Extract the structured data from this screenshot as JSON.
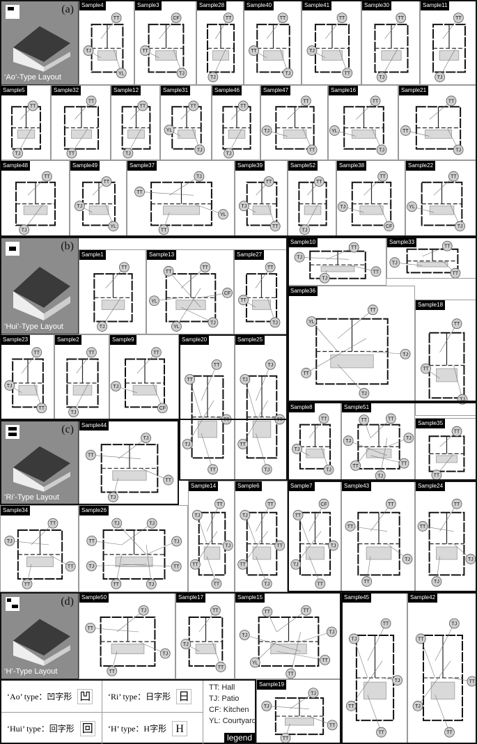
{
  "types": [
    {
      "letter": "(a)",
      "label": "‘Ao’-Type Layout",
      "icon": "ao-type-icon"
    },
    {
      "letter": "(b)",
      "label": "‘Hui’-Type Layout",
      "icon": "hui-type-icon"
    },
    {
      "letter": "(c)",
      "label": "‘Ri’-Type Layout",
      "icon": "ri-type-icon"
    },
    {
      "letter": "(d)",
      "label": "‘H’-Type Layout",
      "icon": "h-type-icon"
    }
  ],
  "samples": [
    {
      "name": "Sample4",
      "tags": [
        "TT",
        "YL",
        "TJ"
      ]
    },
    {
      "name": "Sample3",
      "tags": [
        "CF",
        "TJ",
        "TT"
      ]
    },
    {
      "name": "Sample28",
      "tags": [
        "TT",
        "TJ"
      ]
    },
    {
      "name": "Sample40",
      "tags": [
        "TT",
        "TJ",
        "TT"
      ]
    },
    {
      "name": "Sample41",
      "tags": [
        "TT",
        "TT",
        "TJ"
      ]
    },
    {
      "name": "Sample30",
      "tags": [
        "TT",
        "TJ"
      ]
    },
    {
      "name": "Sample11",
      "tags": [
        "TT",
        "TJ"
      ]
    },
    {
      "name": "Sample5",
      "tags": [
        "TT",
        "TJ"
      ]
    },
    {
      "name": "Sample32",
      "tags": [
        "TT",
        "TT"
      ]
    },
    {
      "name": "Sample12",
      "tags": [
        "TT",
        "TJ"
      ]
    },
    {
      "name": "Sample31",
      "tags": [
        "TT",
        "TJ",
        "YL"
      ]
    },
    {
      "name": "Sample46",
      "tags": [
        "TT",
        "TJ"
      ]
    },
    {
      "name": "Sample47",
      "tags": [
        "TT",
        "TT",
        "TJ"
      ]
    },
    {
      "name": "Sample16",
      "tags": [
        "TT",
        "TJ",
        "YL"
      ]
    },
    {
      "name": "Sample21",
      "tags": [
        "TT",
        "TJ",
        "TT"
      ]
    },
    {
      "name": "Sample48",
      "tags": [
        "TT",
        "TJ"
      ]
    },
    {
      "name": "Sample49",
      "tags": [
        "TT",
        "YL",
        "TJ"
      ]
    },
    {
      "name": "Sample37",
      "tags": [
        "TJ",
        "YL",
        "TT",
        "TT"
      ]
    },
    {
      "name": "Sample39",
      "tags": [
        "TT",
        "TT",
        "TJ"
      ]
    },
    {
      "name": "Sample52",
      "tags": [
        "TT",
        "TJ"
      ]
    },
    {
      "name": "Sample38",
      "tags": [
        "TT",
        "CF",
        "TJ"
      ]
    },
    {
      "name": "Sample22",
      "tags": [
        "TT",
        "TJ",
        "YL"
      ]
    },
    {
      "name": "Sample1",
      "tags": [
        "TT",
        "TJ"
      ]
    },
    {
      "name": "Sample13",
      "tags": [
        "TT",
        "CF",
        "TJ",
        "YL",
        "YL",
        "TT"
      ]
    },
    {
      "name": "Sample27",
      "tags": [
        "TT",
        "TJ",
        "TT"
      ]
    },
    {
      "name": "Sample10",
      "tags": [
        "TT",
        "TT",
        "TJ",
        "TJ"
      ]
    },
    {
      "name": "Sample33",
      "tags": [
        "TT",
        "TT",
        "TJ"
      ]
    },
    {
      "name": "Sample36",
      "tags": [
        "TT",
        "TJ",
        "TJ",
        "TT",
        "YL"
      ]
    },
    {
      "name": "Sample18",
      "tags": [
        "TT",
        "TJ",
        "TT"
      ]
    },
    {
      "name": "Sample23",
      "tags": [
        "TT",
        "TT",
        "TJ"
      ]
    },
    {
      "name": "Sample2",
      "tags": [
        "TT",
        "TJ"
      ]
    },
    {
      "name": "Sample9",
      "tags": [
        "TT",
        "CF",
        "TJ"
      ]
    },
    {
      "name": "Sample20",
      "tags": [
        "TT",
        "TT",
        "TT",
        "TJ",
        "TT"
      ]
    },
    {
      "name": "Sample25",
      "tags": [
        "TJ",
        "TT",
        "TJ",
        "TT",
        "TJ"
      ]
    },
    {
      "name": "Sample44",
      "tags": [
        "TJ",
        "TT",
        "TJ",
        "TT"
      ]
    },
    {
      "name": "Sample8",
      "tags": [
        "TT",
        "TJ",
        "TJ"
      ]
    },
    {
      "name": "Sample51",
      "tags": [
        "TT",
        "TJ",
        "TT",
        "TJ",
        "TT",
        "TJ",
        "TT"
      ]
    },
    {
      "name": "Sample35",
      "tags": [
        "TT",
        "TT"
      ]
    },
    {
      "name": "Sample34",
      "tags": [
        "TT",
        "TT",
        "TT",
        "TJ"
      ]
    },
    {
      "name": "Sample26",
      "tags": [
        "TJ",
        "TJ",
        "TT",
        "TJ",
        "TT",
        "TJ",
        "TT",
        "TJ"
      ]
    },
    {
      "name": "Sample14",
      "tags": [
        "TT",
        "TJ",
        "TT",
        "TT",
        "TJ"
      ]
    },
    {
      "name": "Sample6",
      "tags": [
        "TT",
        "TT",
        "TJ",
        "TT",
        "TJ"
      ]
    },
    {
      "name": "Sample7",
      "tags": [
        "CF",
        "TJ",
        "TT",
        "TJ",
        "TT"
      ]
    },
    {
      "name": "Sample43",
      "tags": [
        "TT",
        "TJ",
        "TT",
        "TT"
      ]
    },
    {
      "name": "Sample24",
      "tags": [
        "TT",
        "TJ",
        "TJ",
        "TT"
      ]
    },
    {
      "name": "Sample50",
      "tags": [
        "TJ",
        "TJ",
        "TT",
        "TT"
      ]
    },
    {
      "name": "Sample17",
      "tags": [
        "TT",
        "TT",
        "TJ"
      ]
    },
    {
      "name": "Sample15",
      "tags": [
        "TT",
        "TJ",
        "TT",
        "TT",
        "YL",
        "TJ",
        "TT"
      ]
    },
    {
      "name": "Sample45",
      "tags": [
        "TT",
        "TJ",
        "TT",
        "TT",
        "TJ"
      ]
    },
    {
      "name": "Sample42",
      "tags": [
        "TJ",
        "TT",
        "TT",
        "TJ",
        "TT"
      ]
    },
    {
      "name": "Sample19",
      "tags": [
        "TJ",
        "TT",
        "TT",
        "TJ"
      ]
    }
  ],
  "legend": {
    "title": "legend",
    "types": [
      {
        "text": "‘Ao’ type：凹字形",
        "char": "凹"
      },
      {
        "text": "‘Ri’ type：日字形",
        "char": "日"
      },
      {
        "text": "‘Hui’ type：回字形",
        "char": "回"
      },
      {
        "text": "‘H’ type：H字形",
        "char": "H"
      }
    ],
    "keys": [
      "TT: Hall",
      "TJ: Patio",
      "CF: Kitchen",
      "YL: Courtyard"
    ]
  },
  "colors": {
    "type_panel_bg": "#8c8c8c",
    "patio_fill": "#d9d9d9",
    "tag_fill": "#cfcfcf"
  }
}
